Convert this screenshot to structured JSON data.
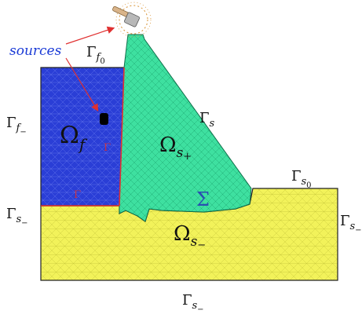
{
  "annotation": {
    "sources": "sources"
  },
  "regions": {
    "fluid": {
      "symbol": "Ω",
      "sub": "f"
    },
    "dam": {
      "symbol": "Ω",
      "sub": "s",
      "sup": "+"
    },
    "soil": {
      "symbol": "Ω",
      "sub": "s",
      "sup": "−"
    }
  },
  "boundaries": {
    "gamma_f0": {
      "symbol": "Γ",
      "sub": "f",
      "subsub": "0"
    },
    "gamma_f_minus": {
      "symbol": "Γ",
      "sub": "f",
      "subsub": "−"
    },
    "gamma_s": {
      "symbol": "Γ",
      "sub": "s"
    },
    "gamma_s0": {
      "symbol": "Γ",
      "sub": "s",
      "subsub": "0"
    },
    "gamma_s_minus_left": {
      "symbol": "Γ",
      "sub": "s",
      "subsub": "−"
    },
    "gamma_s_minus_right": {
      "symbol": "Γ",
      "sub": "s",
      "subsub": "−"
    },
    "gamma_s_minus_bottom": {
      "symbol": "Γ",
      "sub": "s",
      "subsub": "−"
    },
    "sigma": "Σ"
  },
  "colors": {
    "fluid": "#2a3ed6",
    "dam": "#3ee0a0",
    "soil": "#f2f25a",
    "interface": "#e03030",
    "annotation": "#1a3ad6",
    "label": "#111111",
    "sigma": "#2a4fb0"
  }
}
